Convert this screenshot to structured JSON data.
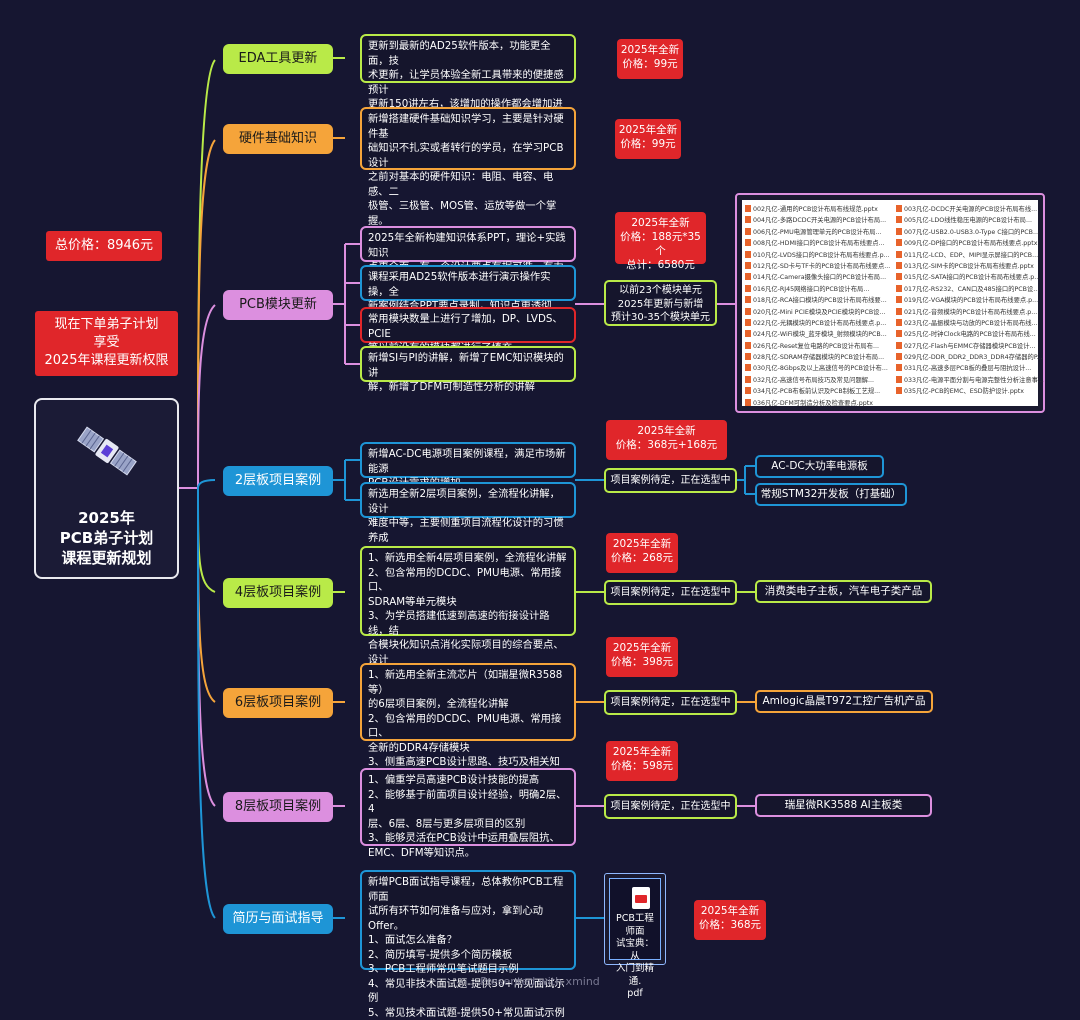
{
  "root": {
    "title": "2025年\nPCB弟子计划\n课程更新规划"
  },
  "total_price": "总价格：8946元",
  "promo": "现在下单弟子计划\n享受\n2025年课程更新权限",
  "branches": [
    {
      "label": "EDA工具更新",
      "color": "#b9ea48"
    },
    {
      "label": "硬件基础知识",
      "color": "#f5a43a"
    },
    {
      "label": "PCB模块更新",
      "color": "#dc8fdf"
    },
    {
      "label": "2层板项目案例",
      "color": "#1e95d6"
    },
    {
      "label": "4层板项目案例",
      "color": "#b9ea48"
    },
    {
      "label": "6层板项目案例",
      "color": "#f5a43a"
    },
    {
      "label": "8层板项目案例",
      "color": "#dc8fdf"
    },
    {
      "label": "简历与面试指导",
      "color": "#1e95d6"
    }
  ],
  "descriptions": {
    "eda": "更新到最新的AD25软件版本，功能更全面，技\n术更新，让学员体验全新工具带来的便捷感预计\n更新150讲左右，该增加的操作都会增加进去",
    "hw": "新增搭建硬件基础知识学习，主要是针对硬件基\n础知识不扎实或者转行的学员，在学习PCB设计\n之前对基本的硬件知识：电阻、电容、电感、二\n极管、三极管、MOS管、运放等做一个掌握。",
    "pcb1": "2025年全新构建知识体系PPT，理论+实践知识\n点更全面，有一个设计要点有据可循，有力可依",
    "pcb2": "课程采用AD25软件版本进行演示操作实操，全\n新案例结合PPT要点录制，知识点更透彻",
    "pcb3": "常用模块数量上进行了增加，DP、LVDS、PCIE\n等以前没有的模块都进行了填充。",
    "pcb4": "新增SI与PI的讲解，新增了EMC知识模块的讲\n解，新增了DFM可制造性分析的讲解",
    "l2a": "新增AC-DC电源项目案例课程，满足市场新能源\nPCB设计需求的增加",
    "l2b": "新选用全新2层项目案例，全流程化讲解，设计\n难度中等，主要侧重项目流程化设计的习惯养成",
    "l4": "1、新选用全新4层项目案例，全流程化讲解\n2、包含常用的DCDC、PMU电源、常用接口、\nSDRAM等单元模块\n3、为学员搭建低速到高速的衔接设计路线，结\n合模块化知识点消化实际项目的综合要点、设计\n思路、阻抗计算、设计技巧等",
    "l6": "1、新选用全新主流芯片（如瑞星微R3588等）\n的6层项目案例，全流程化讲解\n2、包含常用的DCDC、PMU电源、常用接口、\n全新的DDR4存储模块\n3、侧重高速PCB设计思路、技巧及相关知识。",
    "l8": "1、偏重学员高速PCB设计技能的提高\n2、能够基于前面项目设计经验，明确2层、4\n层、6层、8层与更多层项目的区别\n3、能够灵活在PCB设计中运用叠层阻抗、\nEMC、DFM等知识点。",
    "cv": "新增PCB面试指导课程，总体教你PCB工程师面\n试所有环节如何准备与应对，拿到心动Offer。\n1、面试怎么准备？\n2、简历填写-提供多个简历模板\n3、PCB工程师常见笔试题目示例\n4、常见非技术面试题-提供50+常见面试示例\n5、常见技术面试题-提供50+常见面试示例"
  },
  "prices": {
    "eda": "2025年全新\n价格：99元",
    "hw": "2025年全新\n价格：99元",
    "pcb": "2025年全新\n价格：188元*35个\n总计：6580元",
    "l2": "2025年全新\n价格：368元+168元",
    "l4": "2025年全新\n价格：268元",
    "l6": "2025年全新\n价格：398元",
    "l8": "2025年全新\n价格：598元",
    "cv": "2025年全新\n价格：368元"
  },
  "modules_note": "以前23个模块单元\n2025年更新与新增\n预计30-35个模块单元",
  "pending": "项目案例待定，正在选型中",
  "products": {
    "l2a": "AC-DC大功率电源板",
    "l2b": "常规STM32开发板（打基础）",
    "l4": "消费类电子主板，汽车电子类产品",
    "l6": "Amlogic晶晨T972工控广告机产品",
    "l8": "瑞星微RK3588 AI主板类"
  },
  "files_left": [
    "002凡亿-通用的PCB设计布局布线规范.pptx",
    "004凡亿-多路DCDC开关电源的PCB设计布局...",
    "006凡亿-PMU电源管理单元的PCB设计布局...",
    "008凡亿-HDMI接口的PCB设计布局布线要点...",
    "010凡亿-LVDS接口的PCB设计布局布线要点.p...",
    "012凡亿-SD卡与TF卡的PCB设计布局布线要点...",
    "014凡亿-Camera摄像头接口的PCB设计布局...",
    "016凡亿-RJ45网络接口的PCB设计布局...",
    "018凡亿-RCA接口模块的PCB设计布局布线要...",
    "020凡亿-Mini PCIE模块及PCIE模块的PCB设...",
    "022凡亿-光耦模块的PCB设计布局布线要点.p...",
    "024凡亿-WiFi模块_蓝牙模块_射频模块的PCB...",
    "026凡亿-Reset复位电路的PCB设计布局布...",
    "028凡亿-SDRAM存储器模块的PCB设计布局...",
    "030凡亿-8Gbps及以上高速信号的PCB设计布...",
    "032凡亿-高速信号布局技巧及常见问题解...",
    "034凡亿-PCB布板前认识及PCB制板工艺规...",
    "036凡亿-DFM可制造分析及检查要点.pptx"
  ],
  "files_right": [
    "003凡亿-DCDC开关电源的PCB设计布局布线...",
    "005凡亿-LDO线性稳压电源的PCB设计布局...",
    "007凡亿-USB2.0-USB3.0-Type C接口的PCB...",
    "009凡亿-DP接口的PCB设计布局布线要点.pptx",
    "011凡亿-LCD、EDP、MIPI显示屏接口的PCB...",
    "013凡亿-SIM卡的PCB设计布局布线要点.pptx",
    "015凡亿-SATA接口的PCB设计布局布线要点.p...",
    "017凡亿-RS232、CAN口及485接口的PCB设...",
    "019凡亿-VGA模块的PCB设计布局布线要点.p...",
    "021凡亿-音频模块的PCB设计布局布线要点.p...",
    "023凡亿-晶振模块与功放的PCB设计布局布线...",
    "025凡亿-时钟Clock电路的PCB设计布局布线...",
    "027凡亿-Flash与EMMC存储器模块PCB设计...",
    "029凡亿-DDR_DDR2_DDR3_DDR4存储器的P...",
    "031凡亿-高速多层PCB板的叠层与阻抗设计...",
    "033凡亿-电源平面分割与电源完整性分析注意事...",
    "035凡亿-PCB的EMC、ESD防护设计.pptx"
  ],
  "pdf_name": "PCB工程师面\n试宝典：从\n入门到精通.\npdf",
  "footer": "Presented with xmind"
}
